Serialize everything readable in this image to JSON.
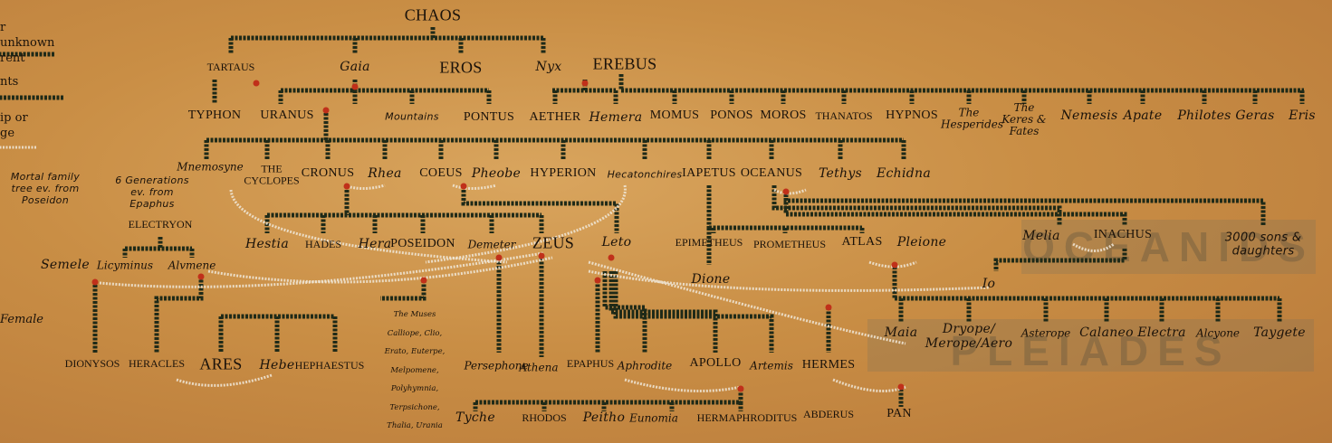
{
  "legend": {
    "unknown_parent": "r unknown rent",
    "parents": "nts",
    "relationship": "ip or ge",
    "female": "Female"
  },
  "watermarks": {
    "oceanids": "OCEANIDS",
    "pleiades": "PLEIADES"
  },
  "notes": {
    "mortal_tree": "Mortal family tree ev. from Poseidon",
    "generations": "6 Generations ev. from Epaphus",
    "sons_daughters": "3000 sons & daughters"
  },
  "muses": {
    "title": "The Muses",
    "names": "Calliope, Clio, Erato, Euterpe, Melpomene, Polyhymnia, Terpsichone, Thalia, Urania"
  },
  "nodes": {
    "chaos": "CHAOS",
    "tartaus": "TARTAUS",
    "gaia": "Gaia",
    "eros": "EROS",
    "nyx": "Nyx",
    "erebus": "EREBUS",
    "typhon": "TYPHON",
    "uranus": "URANUS",
    "mountains": "Mountains",
    "pontus": "PONTUS",
    "aether": "AETHER",
    "hemera": "Hemera",
    "momus": "MOMUS",
    "ponos": "PONOS",
    "moros": "MOROS",
    "thanatos": "THANATOS",
    "hypnos": "HYPNOS",
    "hesperides": "The Hesperides",
    "keres": "The Keres & Fates",
    "nemesis": "Nemesis",
    "apate": "Apate",
    "philotes": "Philotes",
    "geras": "Geras",
    "eris": "Eris",
    "mnemosyne": "Mnemosyne",
    "cyclopes": "THE CYCLOPES",
    "cronus": "CRONUS",
    "rhea": "Rhea",
    "coeus": "COEUS",
    "pheobe": "Pheobe",
    "hyperion": "HYPERION",
    "hecatonchires": "Hecatonchires",
    "iapetus": "IAPETUS",
    "oceanus": "OCEANUS",
    "tethys": "Tethys",
    "echidna": "Echidna",
    "electryon": "ELECTRYON",
    "semele": "Semele",
    "licyminus": "Licyminus",
    "alvmene": "Alvmene",
    "hestia": "Hestia",
    "hades": "HADES",
    "hera": "Hera",
    "poseidon": "POSEIDON",
    "demeter": "Demeter",
    "zeus": "ZEUS",
    "leto": "Leto",
    "epimetheus": "EPIMETHEUS",
    "prometheus": "PROMETHEUS",
    "atlas": "ATLAS",
    "pleione": "Pleione",
    "dione": "Dione",
    "melia": "Melia",
    "inachus": "INACHUS",
    "io": "Io",
    "dionysos": "DIONYSOS",
    "heracles": "HERACLES",
    "ares": "ARES",
    "hebe": "Hebe",
    "hephaestus": "HEPHAESTUS",
    "persephone": "Persephone",
    "athena": "Athena",
    "epaphus": "EPAPHUS",
    "aphrodite": "Aphrodite",
    "apollo": "APOLLO",
    "artemis": "Artemis",
    "hermes": "HERMES",
    "maia": "Maia",
    "dryope": "Dryope/ Merope/Aero",
    "asterope": "Asterope",
    "calaneo": "Calaneo",
    "electra": "Electra",
    "alcyone": "Alcyone",
    "taygete": "Taygete",
    "tyche": "Tyche",
    "rhodos": "RHODOS",
    "peitho": "Peitho",
    "eunomia": "Eunomia",
    "hermaphroditus": "HERMAPHRODITUS",
    "abderus": "ABDERUS",
    "pan": "PAN"
  },
  "colors": {
    "line": "#1f2a18",
    "marriage": "#f0e8d8",
    "union": "#c0301a"
  }
}
